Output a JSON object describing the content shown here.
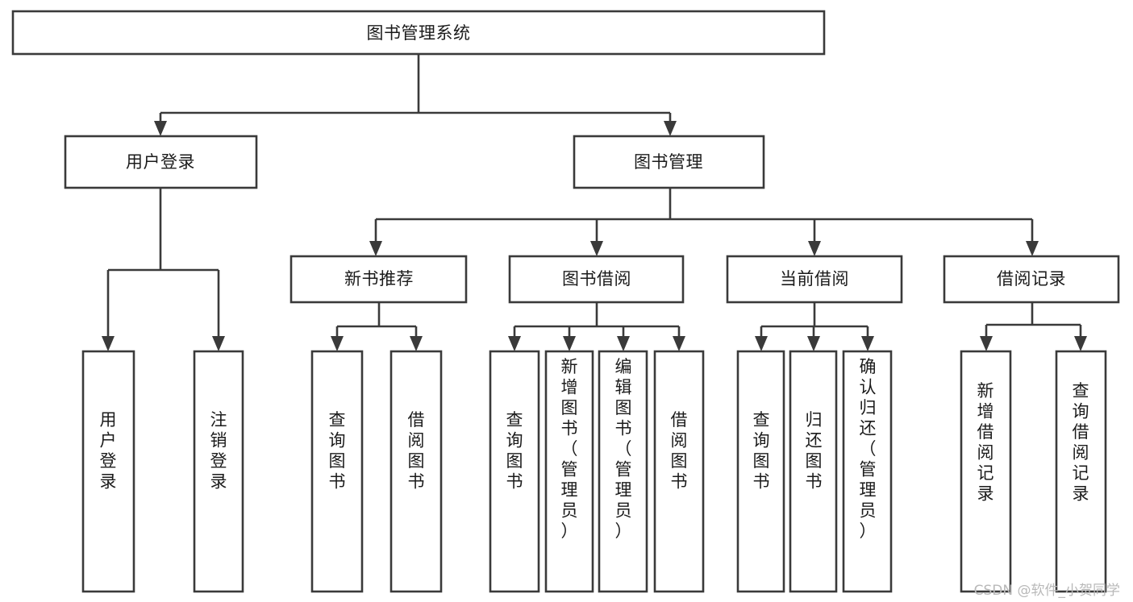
{
  "diagram": {
    "title": "图书管理系统",
    "type": "tree-hierarchy",
    "watermark": "CSDN @软件_小贺同学",
    "colors": {
      "stroke": "#3a3a3a",
      "fill": "#ffffff",
      "text": "#1b1b1b",
      "watermark": "#b9b9b9"
    },
    "levels": {
      "root": {
        "id": "root",
        "label": "图书管理系统"
      },
      "level2": [
        {
          "id": "user-login",
          "label": "用户登录"
        },
        {
          "id": "book-management",
          "label": "图书管理"
        }
      ],
      "level3": [
        {
          "id": "new-book-recommend",
          "label": "新书推荐",
          "parent": "book-management"
        },
        {
          "id": "book-borrow",
          "label": "图书借阅",
          "parent": "book-management"
        },
        {
          "id": "current-borrow",
          "label": "当前借阅",
          "parent": "book-management"
        },
        {
          "id": "borrow-record",
          "label": "借阅记录",
          "parent": "book-management"
        }
      ],
      "leaves": [
        {
          "id": "leaf-user-login",
          "label": "用户登录",
          "parent": "user-login"
        },
        {
          "id": "leaf-user-logout",
          "label": "注销登录",
          "parent": "user-login"
        },
        {
          "id": "leaf-query-book-1",
          "label": "查询图书",
          "parent": "new-book-recommend"
        },
        {
          "id": "leaf-borrow-book-1",
          "label": "借阅图书",
          "parent": "new-book-recommend"
        },
        {
          "id": "leaf-query-book-2",
          "label": "查询图书",
          "parent": "book-borrow"
        },
        {
          "id": "leaf-add-book",
          "label": "新增图书（管理员）",
          "parent": "book-borrow"
        },
        {
          "id": "leaf-edit-book",
          "label": "编辑图书（管理员）",
          "parent": "book-borrow"
        },
        {
          "id": "leaf-borrow-book-2",
          "label": "借阅图书",
          "parent": "book-borrow"
        },
        {
          "id": "leaf-query-book-3",
          "label": "查询图书",
          "parent": "current-borrow"
        },
        {
          "id": "leaf-return-book",
          "label": "归还图书",
          "parent": "current-borrow"
        },
        {
          "id": "leaf-confirm-return",
          "label": "确认归还（管理员）",
          "parent": "current-borrow"
        },
        {
          "id": "leaf-add-record",
          "label": "新增借阅记录",
          "parent": "borrow-record"
        },
        {
          "id": "leaf-query-record",
          "label": "查询借阅记录",
          "parent": "borrow-record"
        }
      ]
    }
  }
}
